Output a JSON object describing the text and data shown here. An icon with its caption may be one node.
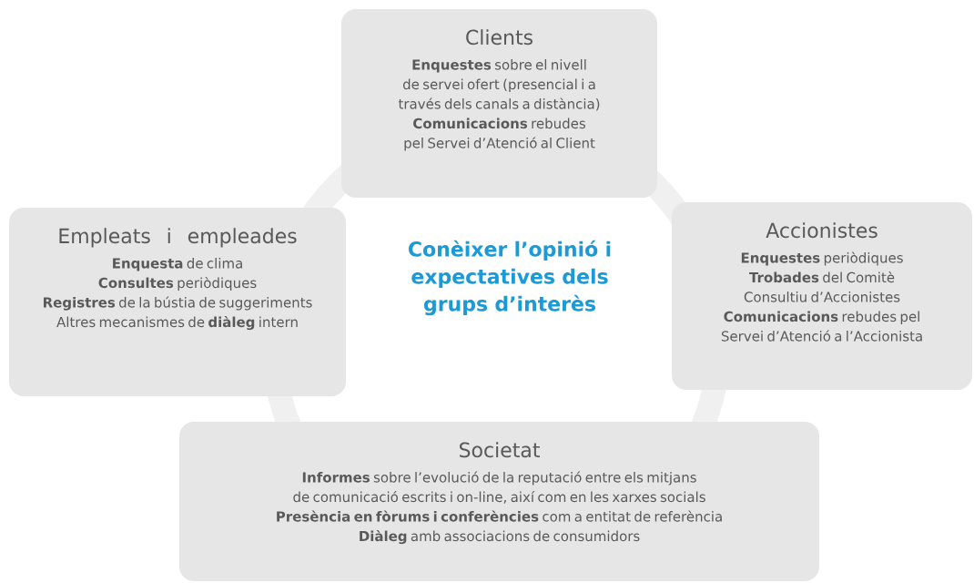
{
  "diagram": {
    "nodes": [
      {
        "text": [
          "Clients",
          "**Enquestes** sobre el nivell de servei ofert (presencial i a través dels canals a distància)",
          "**Comunicacions** rebudes pel Servei d’Atenció al Client"
        ]
      },
      {
        "text": [
          "Empleats i empleades",
          "**Enquesta** de clima",
          "**Consultes** periòdiques",
          "**Registres** de la bústia de suggeriments",
          "Altres mecanismes de **diàleg** intern"
        ]
      },
      {
        "text": [
          "Accionistes",
          "**Enquestes** periòdiques",
          "**Trobades** del Comitè Consultiu d’Accionistes",
          "**Comunicacions** rebudes pel Servei d’Atenció a l’Accionista"
        ]
      },
      {
        "text": [
          "Societat",
          "**Informes** sobre l’evolució de la reputació entre els mitjans de comunicació escrits i on-line, així com en les xarxes socials",
          "**Presència en fòrums i conferències** com a entitat de referència",
          "**Diàleg** amb associacions de consumidors"
        ]
      }
    ],
    "labels": [
      "Conèixer l’opinió i expectatives dels grups d’interès"
    ]
  }
}
